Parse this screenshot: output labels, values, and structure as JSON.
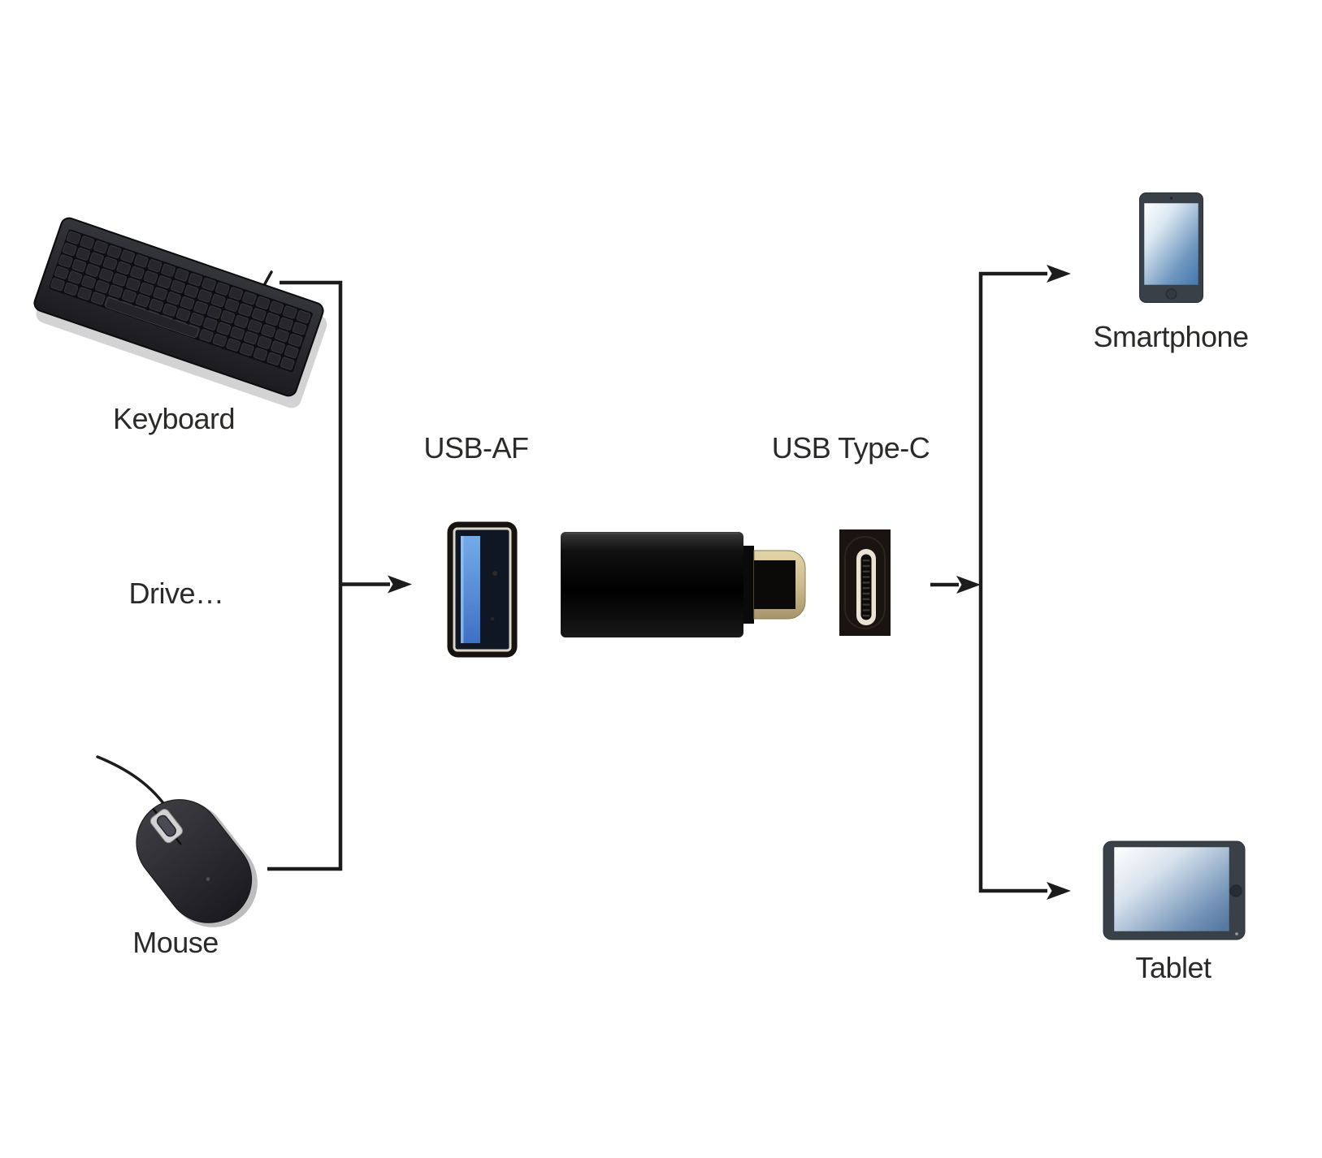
{
  "labels": {
    "keyboard": "Keyboard",
    "drive": "Drive…",
    "mouse": "Mouse",
    "usb_af": "USB-AF",
    "usb_type_c": "USB Type-C",
    "smartphone": "Smartphone",
    "tablet": "Tablet"
  },
  "images": [
    "keyboard-photo",
    "mouse-photo",
    "usb-af-female-connector",
    "usb-c-otg-adapter",
    "usb-type-c-port",
    "smartphone",
    "tablet"
  ],
  "colors": {
    "background": "#ffffff",
    "line": "#1c1c1c",
    "text": "#2b2a29",
    "usb_tongue_blue": "#4d84d4",
    "screen_light": "#ffffff",
    "screen_blue": "#4a7cb0",
    "device_frame": "#3a4048",
    "connector_gold": "#c9b88a",
    "connector_cream": "#eae3d4",
    "device_black": "#121212"
  }
}
